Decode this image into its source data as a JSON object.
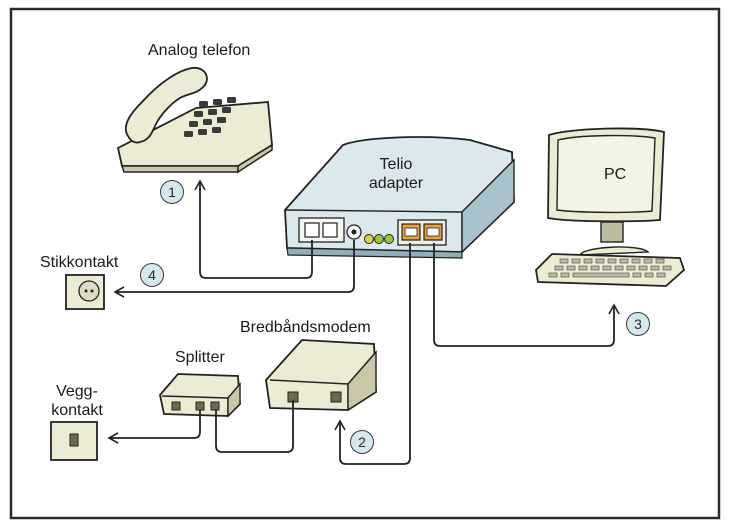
{
  "labels": {
    "phone": "Analog telefon",
    "adapter_line1": "Telio",
    "adapter_line2": "adapter",
    "pc": "PC",
    "power_outlet": "Stikkontakt",
    "modem": "Bredbåndsmodem",
    "splitter": "Splitter",
    "wall_jack_line1": "Vegg-",
    "wall_jack_line2": "kontakt"
  },
  "steps": [
    "1",
    "2",
    "3",
    "4"
  ],
  "colors": {
    "frame": "#2a2a2a",
    "device_beige": "#ecebd3",
    "device_beige_shade": "#c9c7a8",
    "adapter_blue": "#dbe9ee",
    "adapter_blue_shade": "#a9c3cc",
    "port_orange": "#e8a23a",
    "led_green": "#9cc83c",
    "step_badge": "#d5e8ee"
  }
}
